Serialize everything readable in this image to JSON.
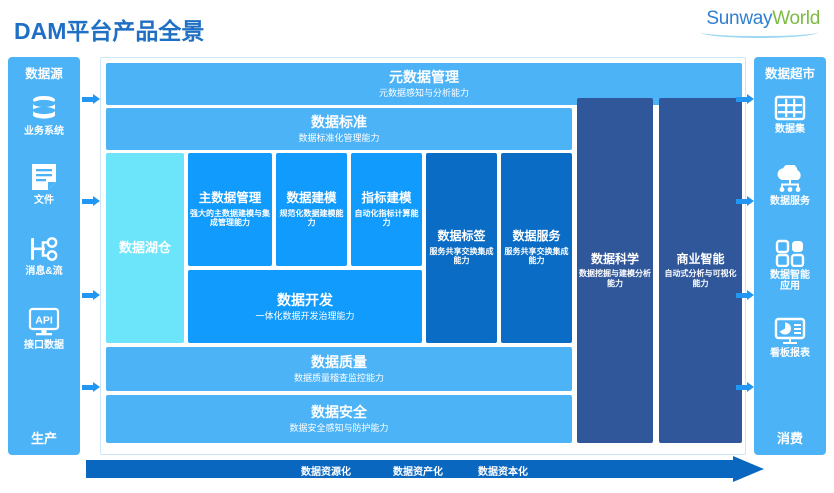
{
  "header": {
    "title": "DAM平台产品全景",
    "brand_primary": "Sunway",
    "brand_secondary": "World",
    "title_color": "#1f6fc4",
    "brand_primary_color": "#2f7fd0",
    "brand_secondary_color": "#7dbb42"
  },
  "left_panel": {
    "heading": "数据源",
    "footer": "生产",
    "bg_color": "#4cb3f7",
    "items": [
      {
        "icon": "database-icon",
        "label": "业务系统"
      },
      {
        "icon": "document-icon",
        "label": "文件"
      },
      {
        "icon": "message-stream-icon",
        "label": "消息&流"
      },
      {
        "icon": "api-monitor-icon",
        "label": "接口数据"
      }
    ]
  },
  "right_panel": {
    "heading": "数据超市",
    "footer": "消费",
    "bg_color": "#4cb3f7",
    "items": [
      {
        "icon": "grid-table-icon",
        "label": "数据集"
      },
      {
        "icon": "cloud-service-icon",
        "label": "数据服务"
      },
      {
        "icon": "app-blocks-icon",
        "label": "数据智能\n应用"
      },
      {
        "icon": "dashboard-report-icon",
        "label": "看板报表"
      }
    ]
  },
  "core": {
    "metadata": {
      "title": "元数据管理",
      "subtitle": "元数据感知与分析能力",
      "color": "#4cb3f7"
    },
    "standard": {
      "title": "数据标准",
      "subtitle": "数据标准化管理能力",
      "color": "#4cb3f7"
    },
    "lake": {
      "title": "数据湖仓",
      "subtitle": "",
      "color": "#6ce5fb"
    },
    "master_data": {
      "title": "主数据管理",
      "subtitle": "强大的主数据建模与集成管理能力",
      "color": "#119bfc"
    },
    "data_modeling": {
      "title": "数据建模",
      "subtitle": "规范化数据建模能力",
      "color": "#119bfc"
    },
    "metric_modeling": {
      "title": "指标建模",
      "subtitle": "自动化指标计算能力",
      "color": "#119bfc"
    },
    "data_dev": {
      "title": "数据开发",
      "subtitle": "一体化数据开发治理能力",
      "color": "#119bfc"
    },
    "data_label": {
      "title": "数据标签",
      "subtitle": "服务共享交换集成能力",
      "color": "#0a6cc4"
    },
    "data_service": {
      "title": "数据服务",
      "subtitle": "服务共享交换集成能力",
      "color": "#0a6cc4"
    },
    "data_science": {
      "title": "数据科学",
      "subtitle": "数据挖掘与建模分析能力",
      "color": "#31579b"
    },
    "bi": {
      "title": "商业智能",
      "subtitle": "自动式分析与可视化能力",
      "color": "#31579b"
    },
    "data_quality": {
      "title": "数据质量",
      "subtitle": "数据质量稽查监控能力",
      "color": "#4cb3f7"
    },
    "data_security": {
      "title": "数据安全",
      "subtitle": "数据安全感知与防护能力",
      "color": "#4cb3f7"
    }
  },
  "flow": {
    "color": "#0a67c0",
    "stages": [
      "数据资源化",
      "数据资产化",
      "数据资本化"
    ]
  }
}
